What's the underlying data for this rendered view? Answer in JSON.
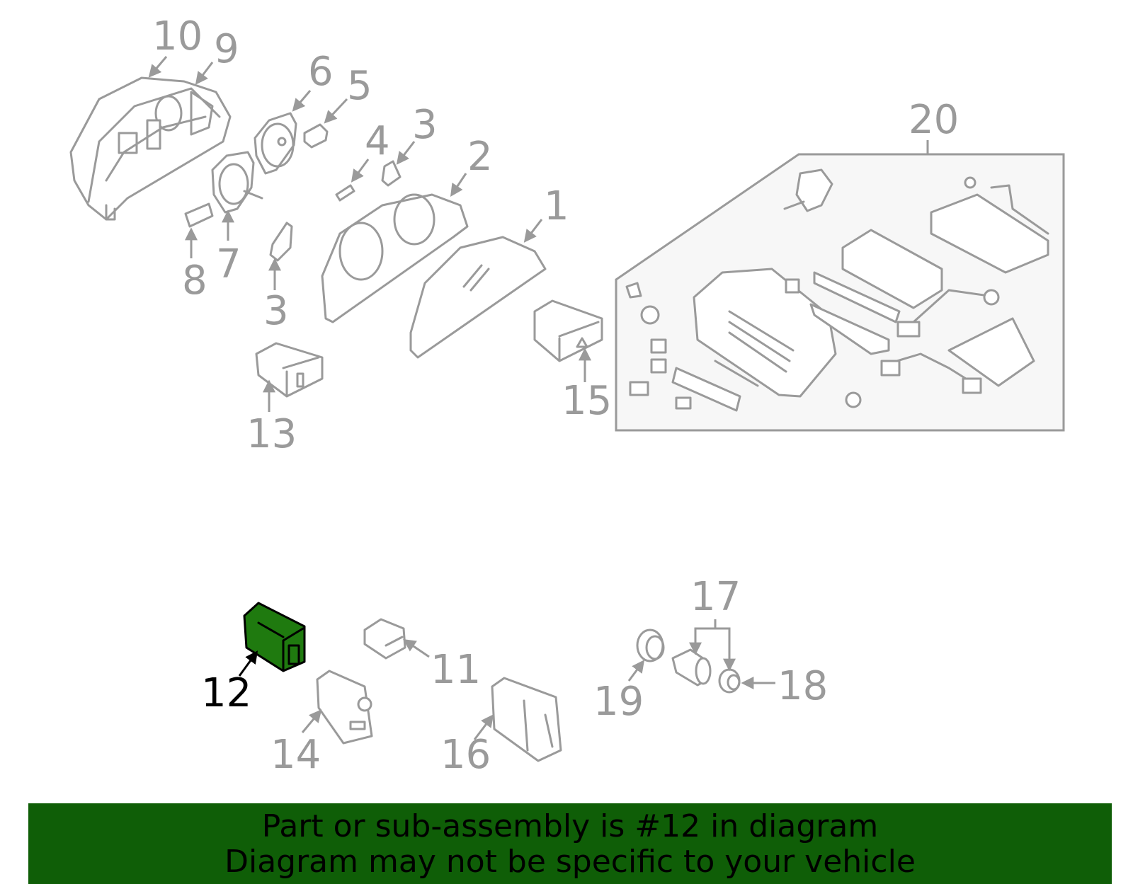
{
  "diagram": {
    "highlight_color": "#1f7a0f",
    "callouts": {
      "c1": "1",
      "c2": "2",
      "c3a": "3",
      "c3b": "3",
      "c4": "4",
      "c5": "5",
      "c6": "6",
      "c7": "7",
      "c8": "8",
      "c9": "9",
      "c10": "10",
      "c11": "11",
      "c12": "12",
      "c13": "13",
      "c14": "14",
      "c15": "15",
      "c16": "16",
      "c17": "17",
      "c18": "18",
      "c19": "19",
      "c20": "20"
    }
  },
  "banner": {
    "color": "#0f5e07",
    "line1": "Part or sub-assembly is #12 in diagram",
    "line2": "Diagram may not be specific to your vehicle"
  }
}
